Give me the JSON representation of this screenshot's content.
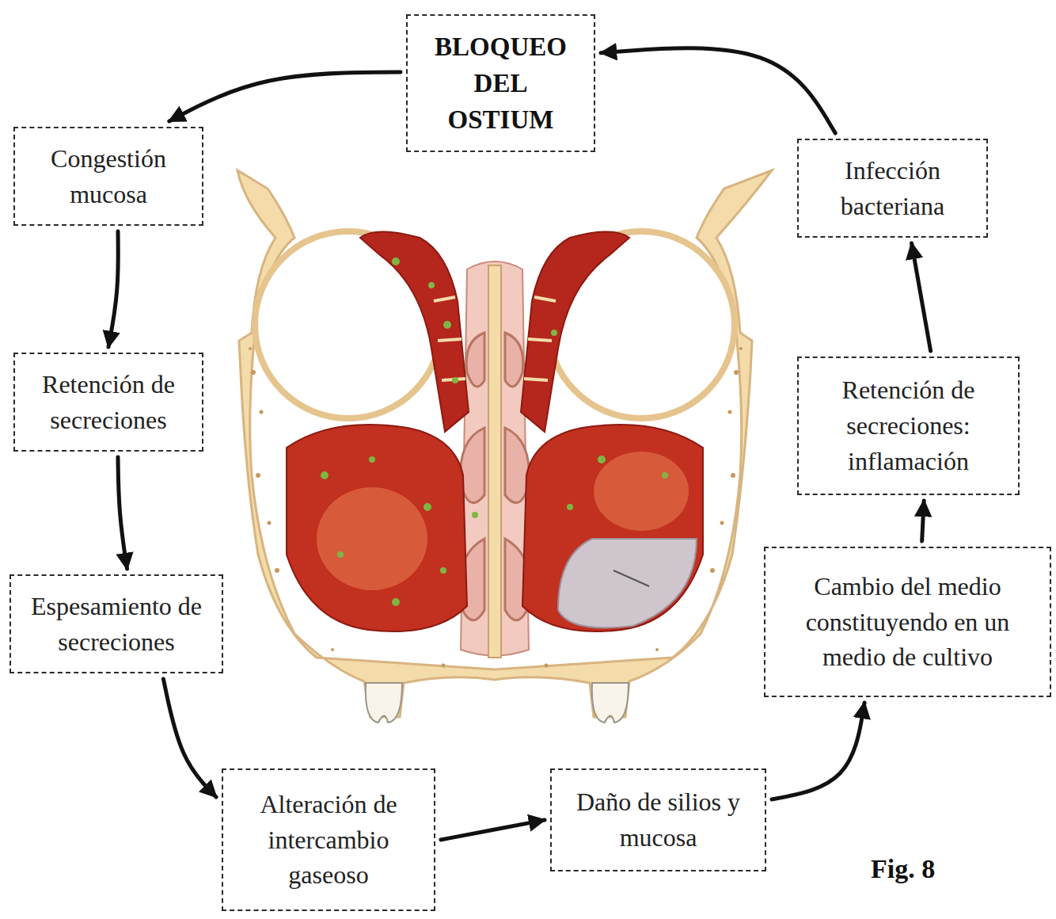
{
  "diagram": {
    "nodes": [
      {
        "text": [
          "BLOQUEO DEL OSTIUM"
        ]
      },
      {
        "text": [
          "Congestión mucosa"
        ]
      },
      {
        "text": [
          "Retención de secreciones"
        ]
      },
      {
        "text": [
          "Espesamiento de secreciones"
        ]
      },
      {
        "text": [
          "Alteración de intercambio gaseoso"
        ]
      },
      {
        "text": [
          "Daño de silios y mucosa"
        ]
      },
      {
        "text": [
          "Cambio del medio constituyendo en un medio de cultivo"
        ]
      },
      {
        "text": [
          "Retención de secreciones: inflamación"
        ]
      },
      {
        "text": [
          "Infección bacteriana"
        ]
      }
    ],
    "edges": [
      {
        "from": 0,
        "to": 1,
        "arrow": "to"
      },
      {
        "from": 1,
        "to": 2,
        "arrow": "to"
      },
      {
        "from": 2,
        "to": 3,
        "arrow": "to"
      },
      {
        "from": 3,
        "to": 4,
        "arrow": "to"
      },
      {
        "from": 4,
        "to": 5,
        "arrow": "to"
      },
      {
        "from": 5,
        "to": 6,
        "arrow": "to"
      },
      {
        "from": 6,
        "to": 7,
        "arrow": "to"
      },
      {
        "from": 7,
        "to": 8,
        "arrow": "to"
      },
      {
        "from": 8,
        "to": 0,
        "arrow": "to"
      }
    ],
    "labels": [
      "Fig. 8"
    ]
  }
}
